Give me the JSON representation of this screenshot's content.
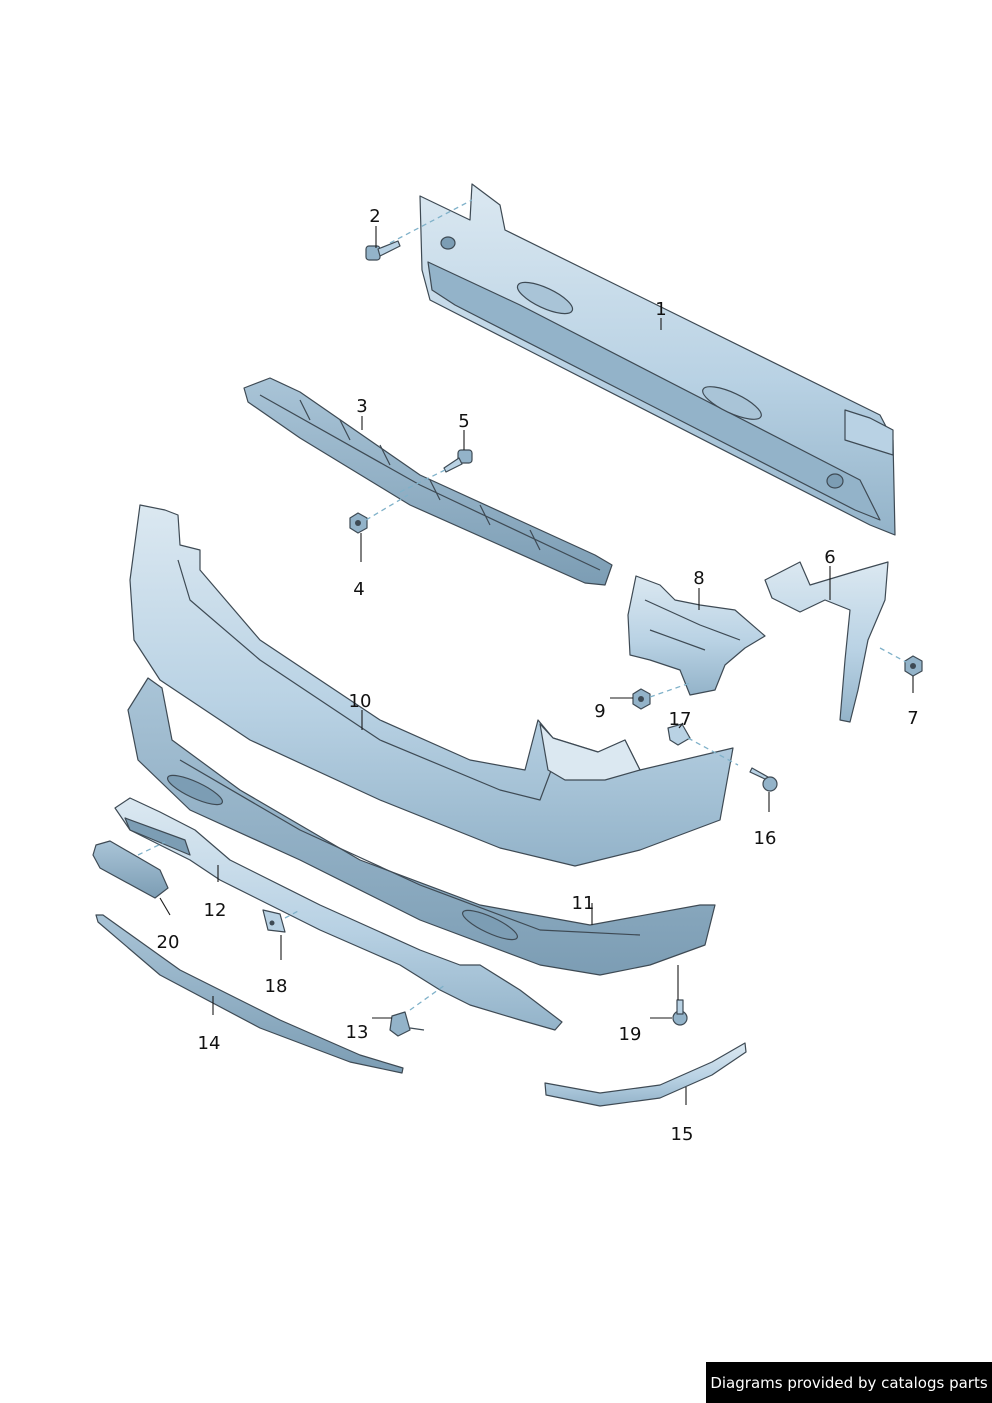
{
  "diagram": {
    "colors": {
      "part_fill": "#b9d2e4",
      "part_shade": "#93b3c9",
      "part_light": "#dbe8f1",
      "outline": "#3e4a54",
      "leader": "#1a1a1a",
      "dash": "#7fb1c9"
    },
    "callouts": [
      {
        "id": "1",
        "label": "1",
        "part": "rear bumper reinforcement"
      },
      {
        "id": "2",
        "label": "2",
        "part": "bolt"
      },
      {
        "id": "3",
        "label": "3",
        "part": "energy absorber"
      },
      {
        "id": "4",
        "label": "4",
        "part": "nut"
      },
      {
        "id": "5",
        "label": "5",
        "part": "bolt"
      },
      {
        "id": "6",
        "label": "6",
        "part": "side guide bracket"
      },
      {
        "id": "7",
        "label": "7",
        "part": "nut"
      },
      {
        "id": "8",
        "label": "8",
        "part": "mounting bracket"
      },
      {
        "id": "9",
        "label": "9",
        "part": "nut"
      },
      {
        "id": "10",
        "label": "10",
        "part": "bumper cover"
      },
      {
        "id": "11",
        "label": "11",
        "part": "lower bumper cover"
      },
      {
        "id": "12",
        "label": "12",
        "part": "diffuser trim"
      },
      {
        "id": "13",
        "label": "13",
        "part": "cover cap"
      },
      {
        "id": "14",
        "label": "14",
        "part": "trim strip"
      },
      {
        "id": "15",
        "label": "15",
        "part": "chrome trim"
      },
      {
        "id": "16",
        "label": "16",
        "part": "screw"
      },
      {
        "id": "17",
        "label": "17",
        "part": "spreader nut"
      },
      {
        "id": "18",
        "label": "18",
        "part": "clip"
      },
      {
        "id": "19",
        "label": "19",
        "part": "screw"
      },
      {
        "id": "20",
        "label": "20",
        "part": "reflector"
      }
    ]
  },
  "footer": {
    "credit": "Diagrams provided by catalogs parts"
  }
}
